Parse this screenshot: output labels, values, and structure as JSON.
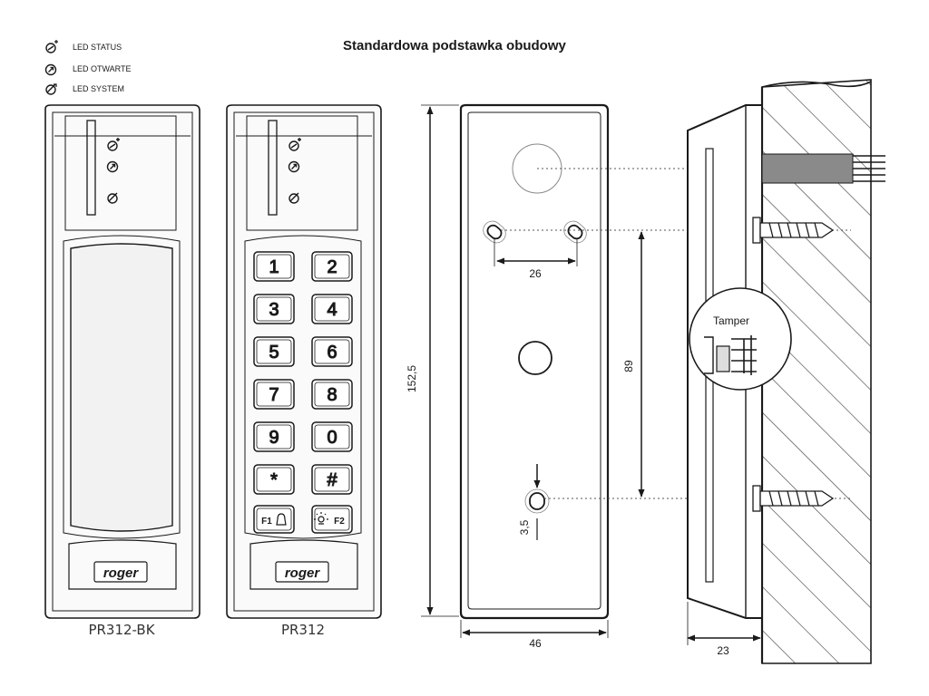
{
  "title": "Standardowa podstawka obudowy",
  "legend": [
    {
      "icon": "led-status-icon",
      "label": "LED STATUS"
    },
    {
      "icon": "led-otwarte-icon",
      "label": "LED OTWARTE"
    },
    {
      "icon": "led-system-icon",
      "label": "LED SYSTEM"
    }
  ],
  "devices": {
    "left_caption": "PR312-BK",
    "right_caption": "PR312",
    "brand": "roger"
  },
  "keypad": {
    "keys": [
      "1",
      "2",
      "3",
      "4",
      "5",
      "6",
      "7",
      "8",
      "9",
      "0",
      "*",
      "#",
      "F1",
      "F2"
    ]
  },
  "dimensions": {
    "height": "152,5",
    "width": "46",
    "hole_spacing_horizontal": "26",
    "hole_spacing_vertical": "89",
    "hole_offset": "3,5",
    "depth": "23"
  },
  "side_view": {
    "tamper_label": "Tamper"
  },
  "colors": {
    "line": "#1a1a1a",
    "wall_hatch": "#444444",
    "cable": "#8a8a8a",
    "device_fill": "#fafafa",
    "window_fill": "#f2f2f2"
  }
}
